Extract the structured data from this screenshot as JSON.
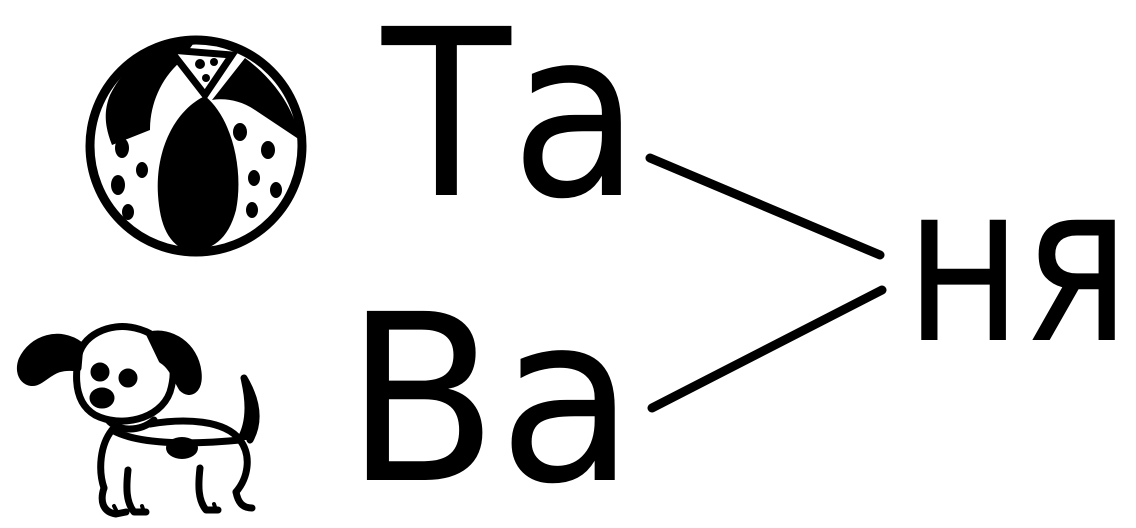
{
  "syllables": {
    "top": "Та",
    "bottom": "Ва",
    "ending": "ня"
  },
  "pictures": {
    "top": "ball",
    "bottom": "puppy"
  },
  "colors": {
    "ink": "#000000",
    "paper": "#ffffff"
  }
}
